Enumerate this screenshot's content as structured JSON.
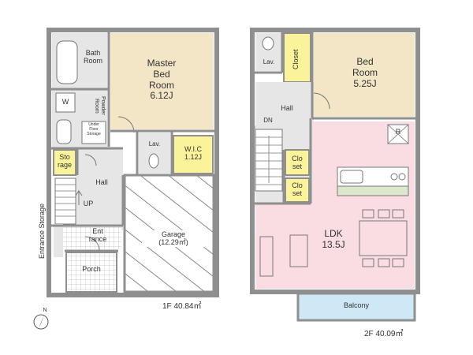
{
  "floors": [
    {
      "id": "1f",
      "area_label": "1F 40.84㎡",
      "rooms": {
        "bath": "Bath\nRoom",
        "powder": "Powder\nRoom",
        "w": "W",
        "underfloor": "Under\nFloor\nStorage",
        "master": "Master\nBed\nRoom\n6.12J",
        "lav": "Lav.",
        "wic": "W.I.C\n1.12J",
        "storage": "Sto\nrage",
        "hall": "Hall",
        "up": "UP",
        "entrance_storage": "Entrance Storage",
        "entrance": "Ent\nrance",
        "porch": "Porch",
        "garage": "Garage\n(12.29㎡)"
      }
    },
    {
      "id": "2f",
      "area_label": "2F 40.09㎡",
      "rooms": {
        "lav": "Lav.",
        "closet": "Closet",
        "bed": "Bed\nRoom\n5.25J",
        "hall": "Hall",
        "dn": "DN",
        "closet1": "Clo\nset",
        "closet2": "Clo\nset",
        "ldk": "LDK\n13.5J",
        "r": "R",
        "balcony": "Balcony"
      }
    }
  ],
  "compass": {
    "label": "N"
  },
  "colors": {
    "wall": "#8f8f8f",
    "bedroom": "#f3e6c7",
    "storage": "#fbf39a",
    "ldk": "#f9dde3",
    "balcony": "#cfe8f5",
    "floor_gray": "#e6e6e6"
  }
}
